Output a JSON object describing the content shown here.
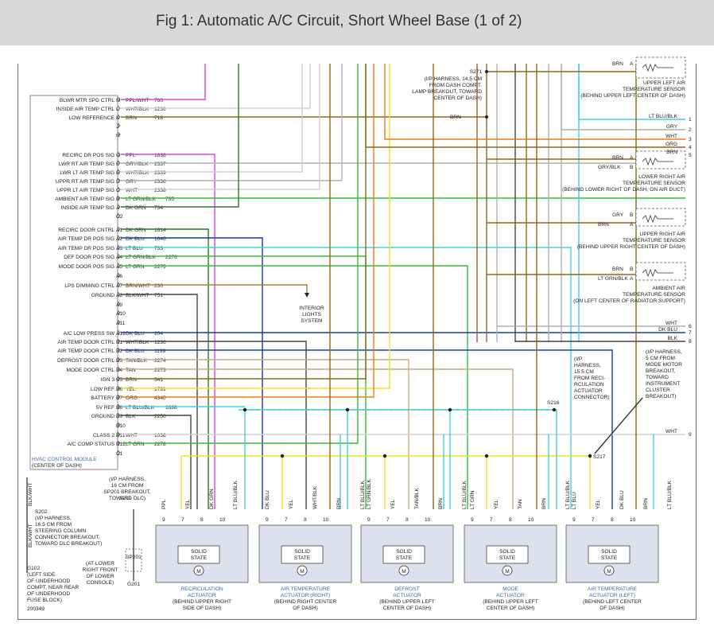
{
  "title": "Fig 1: Automatic A/C Circuit, Short Wheel Base (1 of 2)",
  "colors": {
    "ppl": "#e040e0",
    "brn": "#8a6a1a",
    "tan": "#c8aa80",
    "grn": "#30c030",
    "dkgrn": "#208020",
    "dkblu": "#1a3aa0",
    "ltblu": "#40d0e0",
    "yel": "#f0e020",
    "org": "#f07a10",
    "gry": "#b0b0b0",
    "blk": "#444444",
    "wht": "#d0d0d0",
    "brnwht": "#a08040"
  },
  "module": {
    "name": "HVAC CONTROL MODULE",
    "location": "(CENTER OF DASH)",
    "pins": [
      {
        "func": "BLWR MTR SPD CTRL",
        "pin": "M",
        "wire": "PPL/WHT",
        "num": "760"
      },
      {
        "func": "INSIDE AIR TEMP CTRL",
        "pin": "L",
        "wire": "WHT/BLK",
        "num": "1236"
      },
      {
        "func": "LOW REFERENCE",
        "pin": "K",
        "wire": "BRN",
        "num": "718"
      },
      {
        "func": "",
        "pin": "J",
        "wire": "",
        "num": ""
      },
      {
        "func": "",
        "pin": "H",
        "wire": "",
        "num": ""
      },
      {
        "func": "RECIRC DR POS SIG",
        "pin": "G",
        "wire": "PPL",
        "num": "1838"
      },
      {
        "func": "LWR RT AIR TEMP SIG",
        "pin": "F",
        "wire": "GRY/BLK",
        "num": "2337"
      },
      {
        "func": "LWR LT AIR TEMP SIG",
        "pin": "E",
        "wire": "WHT/BLK",
        "num": "2339"
      },
      {
        "func": "UPPR RT AIR TEMP SIG",
        "pin": "D",
        "wire": "GRY",
        "num": "2336"
      },
      {
        "func": "UPPR LT AIR TEMP SIG",
        "pin": "C",
        "wire": "WHT",
        "num": "2338"
      },
      {
        "func": "AMBIENT AIR TEMP SIG",
        "pin": "B",
        "wire": "LT GRN/BLK",
        "num": "735"
      },
      {
        "func": "INSIDE AIR TEMP SIG",
        "pin": "A",
        "wire": "DK GRN",
        "num": "734"
      },
      {
        "func": "",
        "pin": "C2",
        "wire": "",
        "num": ""
      },
      {
        "func": "RECIRC DOOR CNTRL",
        "pin": "A1",
        "wire": "DK GRN",
        "num": "1614"
      },
      {
        "func": "AIR TEMP DR POS SIG",
        "pin": "A2",
        "wire": "DK BLU",
        "num": "1646"
      },
      {
        "func": "AIR TEMP DR POS SIG",
        "pin": "A3",
        "wire": "LT BLU",
        "num": "733"
      },
      {
        "func": "DEF DOOR POS SIG",
        "pin": "A4",
        "wire": "LT GRN/BLK",
        "num": "2276"
      },
      {
        "func": "MODE DOOR POS SIG",
        "pin": "A5",
        "wire": "LT GRN",
        "num": "2275"
      },
      {
        "func": "",
        "pin": "A6",
        "wire": "",
        "num": ""
      },
      {
        "func": "LPS DIMMING CTRL",
        "pin": "A7",
        "wire": "BRN/WHT",
        "num": "230"
      },
      {
        "func": "GROUND",
        "pin": "A8",
        "wire": "BLK/WHT",
        "num": "751"
      },
      {
        "func": "",
        "pin": "A9",
        "wire": "",
        "num": ""
      },
      {
        "func": "",
        "pin": "A10",
        "wire": "",
        "num": ""
      },
      {
        "func": "",
        "pin": "A11",
        "wire": "",
        "num": ""
      },
      {
        "func": "A/C LOW PRESS SW",
        "pin": "A12",
        "wire": "DK BLU",
        "num": "204"
      },
      {
        "func": "AIR TEMP DOOR CTRL",
        "pin": "B1",
        "wire": "WHT/BLK",
        "num": "1236"
      },
      {
        "func": "AIR TEMP DOOR CTRL",
        "pin": "B2",
        "wire": "DK BLU",
        "num": "1199"
      },
      {
        "func": "DEFROST DOOR CTRL",
        "pin": "B3",
        "wire": "TAN/BLK",
        "num": "2274"
      },
      {
        "func": "MODE DOOR CTRL",
        "pin": "B4",
        "wire": "TAN",
        "num": "2273"
      },
      {
        "func": "IGN 3",
        "pin": "B5",
        "wire": "BRN",
        "num": "341"
      },
      {
        "func": "LOW REF",
        "pin": "B6",
        "wire": "YEL",
        "num": "1791"
      },
      {
        "func": "BATTERY",
        "pin": "B7",
        "wire": "ORG",
        "num": "4340"
      },
      {
        "func": "5V REF",
        "pin": "B8",
        "wire": "LT BLU/BLK",
        "num": "1688"
      },
      {
        "func": "GROUND",
        "pin": "B9",
        "wire": "BLK",
        "num": "2250"
      },
      {
        "func": "",
        "pin": "B10",
        "wire": "",
        "num": ""
      },
      {
        "func": "CLASS 2",
        "pin": "B11",
        "wire": "WHT",
        "num": "1038"
      },
      {
        "func": "A/C COMP STATUS",
        "pin": "B12",
        "wire": "LT GRN",
        "num": "2278"
      },
      {
        "func": "",
        "pin": "C1",
        "wire": "",
        "num": ""
      }
    ]
  },
  "sensors": [
    {
      "label": "UPPER LEFT AIR TEMPERATURE SENSOR",
      "loc": "(BEHIND UPPER LEFT CENTER OF DASH)",
      "wireA": "BRN",
      "wireB": "",
      "pinA": "A",
      "pinB": ""
    },
    {
      "label": "LOWER RIGHT AIR TEMPERATURE SENSOR",
      "loc": "(BEHIND LOWER RIGHT OF DASH, ON AIR DUCT)",
      "wireA": "BRN",
      "wireB": "GRY/BLK",
      "pinA": "A",
      "pinB": "B"
    },
    {
      "label": "UPPER RIGHT AIR TEMPERATURE SENSOR",
      "loc": "(BEHIND UPPER RIGHT CENTER OF DASH)",
      "wireA": "GRY",
      "wireB": "BRN",
      "pinA": "B",
      "pinB": "A"
    },
    {
      "label": "AMBIENT AIR TEMPERATURE SENSOR",
      "loc": "(ON LEFT CENTER OF RADIATOR SUPPORT)",
      "wireA": "BRN",
      "wireB": "LT GRN/BLK",
      "pinA": "B",
      "pinB": "A"
    }
  ],
  "offpage": [
    {
      "wire": "LT BLU/BLK",
      "n": "1"
    },
    {
      "wire": "GRY",
      "n": "2"
    },
    {
      "wire": "WHT",
      "n": "3"
    },
    {
      "wire": "ORG",
      "n": "4"
    },
    {
      "wire": "BRN",
      "n": "5"
    },
    {
      "wire": "WHT",
      "n": "6"
    },
    {
      "wire": "DK BLU",
      "n": "7"
    },
    {
      "wire": "BLK",
      "n": "8"
    },
    {
      "wire": "WHT",
      "n": "9"
    }
  ],
  "notes": {
    "s271": "S271",
    "s271_desc": [
      "(I/P HARNESS, 14.5 CM",
      "FROM DASH COMPT.",
      "LAMP BREAKOUT, TOWARD",
      "CENTER OF DASH)"
    ],
    "brn": "BRN",
    "interior": [
      "INTERIOR",
      "LIGHTS",
      "SYSTEM"
    ],
    "ip_recirc": [
      "(I/P",
      "HARNESS,",
      "15.5 CM",
      "FROM RECI-",
      "RCULATION",
      "ACTUATOR",
      "CONNECTOR)"
    ],
    "ip_mode": [
      "(I/P HARNESS,",
      "5 CM FROM",
      "MODE MOTOR",
      "BREAKOUT,",
      "TOWARD",
      "INSTRUMENT",
      "CLUSTER",
      "BREAKOUT)"
    ],
    "s216": "S216",
    "s217": "S217",
    "s211": "S211",
    "s211_desc": [
      "(I/P HARNESS,",
      "16 CM FROM",
      "SP201 BREAKOUT,",
      "TOWARD DLC)"
    ],
    "s202": "S202",
    "s202_desc": [
      "(I/P HARNESS,",
      "16.5 CM FROM",
      "STEERING COLUMN",
      "CONNECTOR BREAKOUT,",
      "TOWARD DLC BREAKOUT)"
    ],
    "sp201": "SP201",
    "sp201_desc": [
      "(AT LOWER",
      "RIGHT FRONT",
      "OF LOWER",
      "CONSOLE)"
    ],
    "g102": "G102",
    "g102_desc": [
      "(LEFT SIDE",
      "OF UNDERHOOD",
      "COMPT, NEAR REAR",
      "OF UNDERHOOD",
      "FUSE BLOCK)"
    ],
    "g201": "G201",
    "fig": "200349",
    "blkwht": "BLK/WHT"
  },
  "actuators": [
    {
      "name": "RECIRCULATION ACTUATOR",
      "loc": "(BEHIND UPPER RIGHT SIDE OF DASH)",
      "wires": [
        "PPL",
        "YEL",
        "DK GRN",
        "LT BLU/BLK"
      ],
      "pins": [
        "9",
        "7",
        "8",
        "10"
      ]
    },
    {
      "name": "AIR TEMPERATURE ACTUATOR (RIGHT)",
      "loc": "(BEHIND RIGHT CENTER OF DASH)",
      "wires": [
        "DK BLU",
        "YEL",
        "WHT/BLK",
        "BRN",
        "LT BLU/BLK"
      ],
      "pins": [
        "9",
        "7",
        "8",
        "10"
      ]
    },
    {
      "name": "DEFROST ACTUATOR",
      "loc": "(BEHIND UPPER LEFT CENTER OF DASH)",
      "wires": [
        "LT GRN/BLK",
        "YEL",
        "TAN/BLK",
        "BRN",
        "LT BLU/BLK"
      ],
      "pins": [
        "9",
        "7",
        "8",
        "10"
      ]
    },
    {
      "name": "MODE ACTUATOR",
      "loc": "(BEHIND UPPER LEFT CENTER OF DASH)",
      "wires": [
        "LT GRN",
        "YEL",
        "TAN",
        "BRN",
        "LT BLU/BLK"
      ],
      "pins": [
        "9",
        "7",
        "8",
        "10"
      ]
    },
    {
      "name": "AIR TEMPERATURE ACTUATOR (LEFT)",
      "loc": "(BEHIND LEFT CENTER OF DASH)",
      "wires": [
        "LT BLU",
        "YEL",
        "DK BLU",
        "BRN",
        "LT BLU/BLK"
      ],
      "pins": [
        "9",
        "7",
        "8",
        "10"
      ]
    }
  ],
  "solid": [
    "SOLID",
    "STATE"
  ],
  "motor": "M"
}
